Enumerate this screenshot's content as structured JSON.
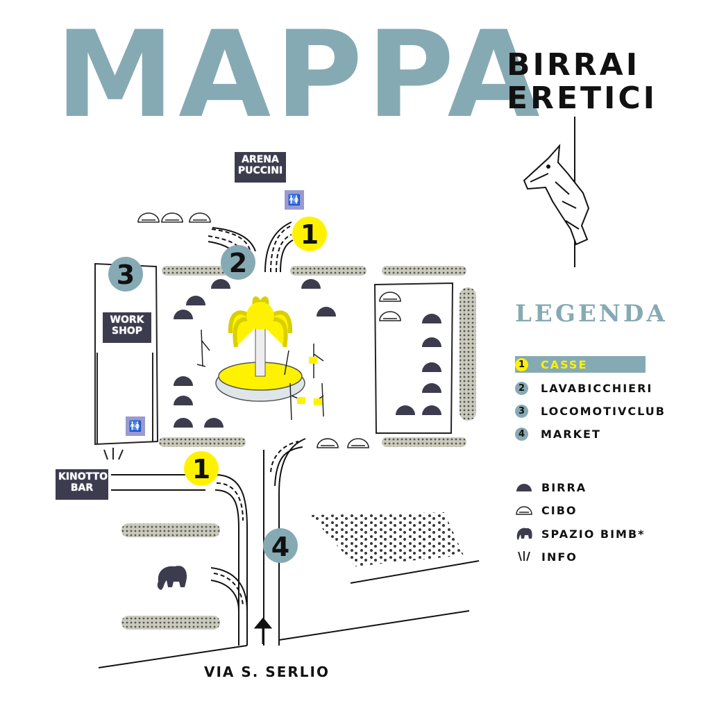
{
  "header": {
    "title": "MAPPA",
    "brand_line1": "BIRRAI",
    "brand_line2": "ERETICI"
  },
  "map": {
    "places": {
      "arena_line1": "ARENA",
      "arena_line2": "PUCCINI",
      "workshop_line1": "WORK",
      "workshop_line2": "SHOP",
      "kinotto_line1": "KINOTTO",
      "kinotto_line2": "BAR"
    },
    "street": "VIA S. SERLIO",
    "markers": {
      "casse_top": "1",
      "casse_bottom": "1",
      "lavabicchieri": "2",
      "locomotivclub": "3",
      "market": "4"
    }
  },
  "legend": {
    "title": "LEGENDA",
    "numbered": [
      {
        "num": "1",
        "label": "CASSE"
      },
      {
        "num": "2",
        "label": "LAVABICCHIERI"
      },
      {
        "num": "3",
        "label": "LOCOMOTIVCLUB"
      },
      {
        "num": "4",
        "label": "MARKET"
      }
    ],
    "symbols": [
      {
        "icon": "beer-dome-icon",
        "label": "BIRRA"
      },
      {
        "icon": "food-dome-icon",
        "label": "CIBO"
      },
      {
        "icon": "elephant-icon",
        "label": "SPAZIO BIMB*"
      },
      {
        "icon": "info-rays-icon",
        "label": "INFO"
      }
    ]
  },
  "colors": {
    "accent": "#86aab4",
    "highlight": "#fff200",
    "stamp": "#3d3c4e",
    "wc": "#9b9ad0",
    "beer_dome": "#3d3c4e"
  }
}
